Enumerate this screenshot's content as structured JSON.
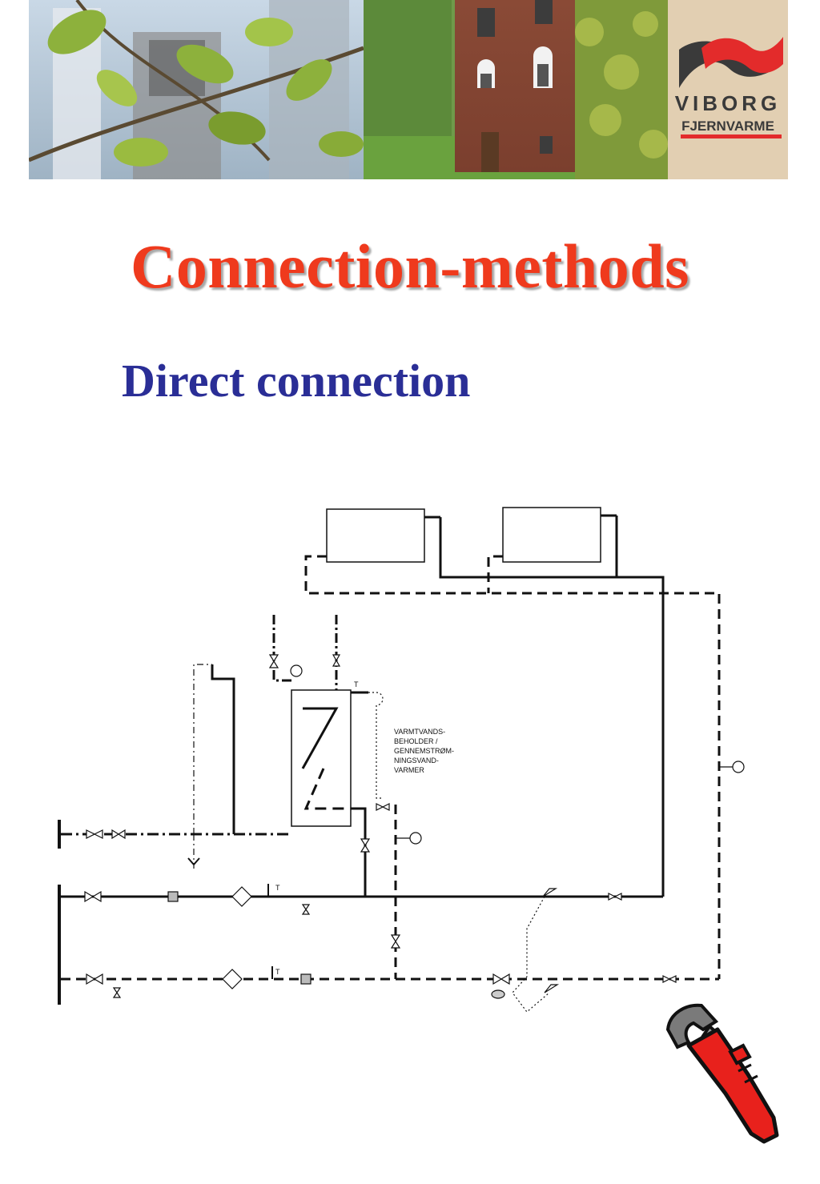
{
  "header": {
    "logo": {
      "line1": "VIBORG",
      "line2": "FJERNVARME",
      "colors": {
        "red": "#e32b2b",
        "dark": "#3a3a3a",
        "bg": "#e2cfb2"
      }
    },
    "photos": [
      "leaves-photo",
      "brick-building-photo"
    ]
  },
  "title": "Connection-methods",
  "subtitle": "Direct connection",
  "diagram": {
    "tank_label": [
      "VARMTVANDS-",
      "BEHOLDER /",
      "GENNEMSTRØM-",
      "NINGSVAND-",
      "VARMER"
    ],
    "temp_label": "T",
    "line_color": "#111111"
  },
  "colors": {
    "title": "#ef3a1d",
    "subtitle": "#2a2e96",
    "wrench": "#e8211c"
  }
}
